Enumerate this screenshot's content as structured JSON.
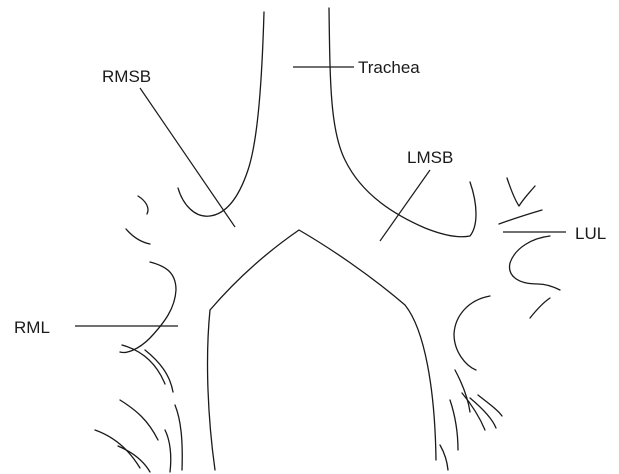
{
  "labels": {
    "rmsb": "RMSB",
    "trachea": "Trachea",
    "lmsb": "LMSB",
    "lul": "LUL",
    "rml": "RML"
  },
  "colors": {
    "stroke": "#1a1a1a",
    "background": "#ffffff"
  }
}
